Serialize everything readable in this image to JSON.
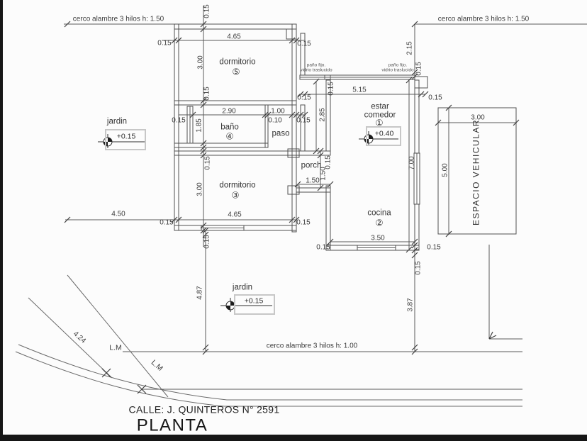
{
  "drawing": {
    "title": "PLANTA",
    "street": "CALLE: J. QUINTEROS N° 2591"
  },
  "fences": {
    "top_left": "cerco alambre 3 hilos h: 1.50",
    "top_right": "cerco alambre 3 hilos h: 1.50",
    "bottom": "cerco alambre 3 hilos h: 1.00"
  },
  "rooms": {
    "estar_comedor": {
      "line1": "estar",
      "line2": "comedor",
      "number": "①"
    },
    "cocina": {
      "name": "cocina",
      "number": "②"
    },
    "dormitorio3": {
      "name": "dormitorio",
      "number": "③"
    },
    "bano": {
      "name": "baño",
      "number": "④"
    },
    "dormitorio5": {
      "name": "dormitorio",
      "number": "⑤"
    },
    "paso": {
      "name": "paso"
    },
    "porch": {
      "name": "porch"
    },
    "espacio_vehicular": {
      "name": "ESPACIO VEHICULAR"
    }
  },
  "outdoor": {
    "jardin": "jardin",
    "lm": "L.M"
  },
  "levels": {
    "jardin_level": "+0.15",
    "estar_level": "+0.40"
  },
  "glazing": {
    "line1": "paño fijo.",
    "line2": "vidrio traslucido"
  },
  "dims": {
    "d010": "0.10",
    "d015": "0.15",
    "d100": "1.00",
    "d150": "1.50",
    "d185": "1.85",
    "d215": "2.15",
    "d285": "2.85",
    "d290": "2.90",
    "d300": "3.00",
    "d350": "3.50",
    "d387": "3.87",
    "d424": "4.24",
    "d450": "4.50",
    "d465": "4.65",
    "d487": "4.87",
    "d500": "5.00",
    "d515": "5.15",
    "d700": "7.00"
  },
  "colors": {
    "line": "#4f4f4f",
    "text": "#3b3b3b",
    "border": "#161616"
  }
}
